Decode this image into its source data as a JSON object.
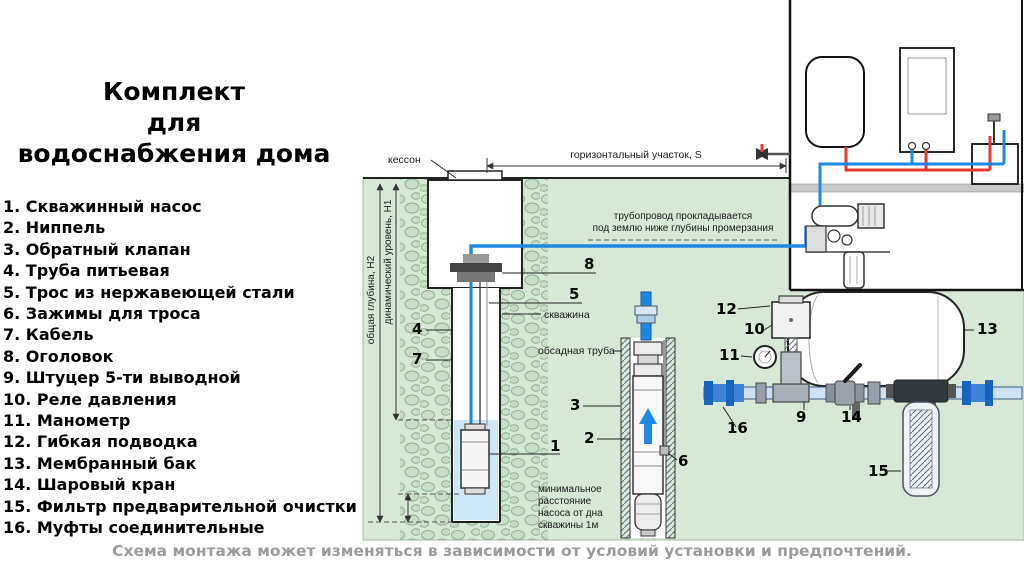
{
  "title_lines": [
    "Комплект",
    "для",
    "водоснабжения дома"
  ],
  "parts": [
    "1. Скважинный насос",
    "2. Ниппель",
    "3. Обратный клапан",
    "4. Труба питьевая",
    "5. Трос из нержавеющей стали",
    "6. Зажимы для троса",
    "7. Кабель",
    "8. Оголовок",
    "9. Штуцер 5-ти выводной",
    "10. Реле давления",
    "11. Манометр",
    "12. Гибкая подводка",
    "13. Мембранный бак",
    "14. Шаровый кран",
    "15. Фильтр предварительной очистки",
    "16. Муфты соединительные"
  ],
  "labels": {
    "kesson": "кессон",
    "horizontal_section": "горизонтальный участок, S",
    "pipeline_note_1": "трубопровод прокладывается",
    "pipeline_note_2": "под землю ниже глубины промерзания",
    "total_depth": "общая глубина, H2",
    "dynamic_level": "динамический уровень, H1",
    "borehole": "скважина",
    "casing_pipe": "обсадная труба",
    "min_distance": [
      "минимальное",
      "расстояние",
      "насоса от дна",
      "скважины 1м"
    ]
  },
  "callouts": {
    "n1": "1",
    "n2": "2",
    "n3": "3",
    "n4": "4",
    "n5": "5",
    "n6": "6",
    "n7": "7",
    "n8": "8",
    "n9": "9",
    "n10": "10",
    "n11": "11",
    "n12": "12",
    "n13": "13",
    "n14": "14",
    "n15": "15",
    "n16": "16"
  },
  "footer_note": "Схема монтажа может изменяться в зависимости от условий установки и предпочтений.",
  "colors": {
    "ground": "#d7e8d7",
    "cold_pipe": "#1e88e5",
    "hot_pipe": "#e53935",
    "footer_text": "#9b9b9b"
  }
}
